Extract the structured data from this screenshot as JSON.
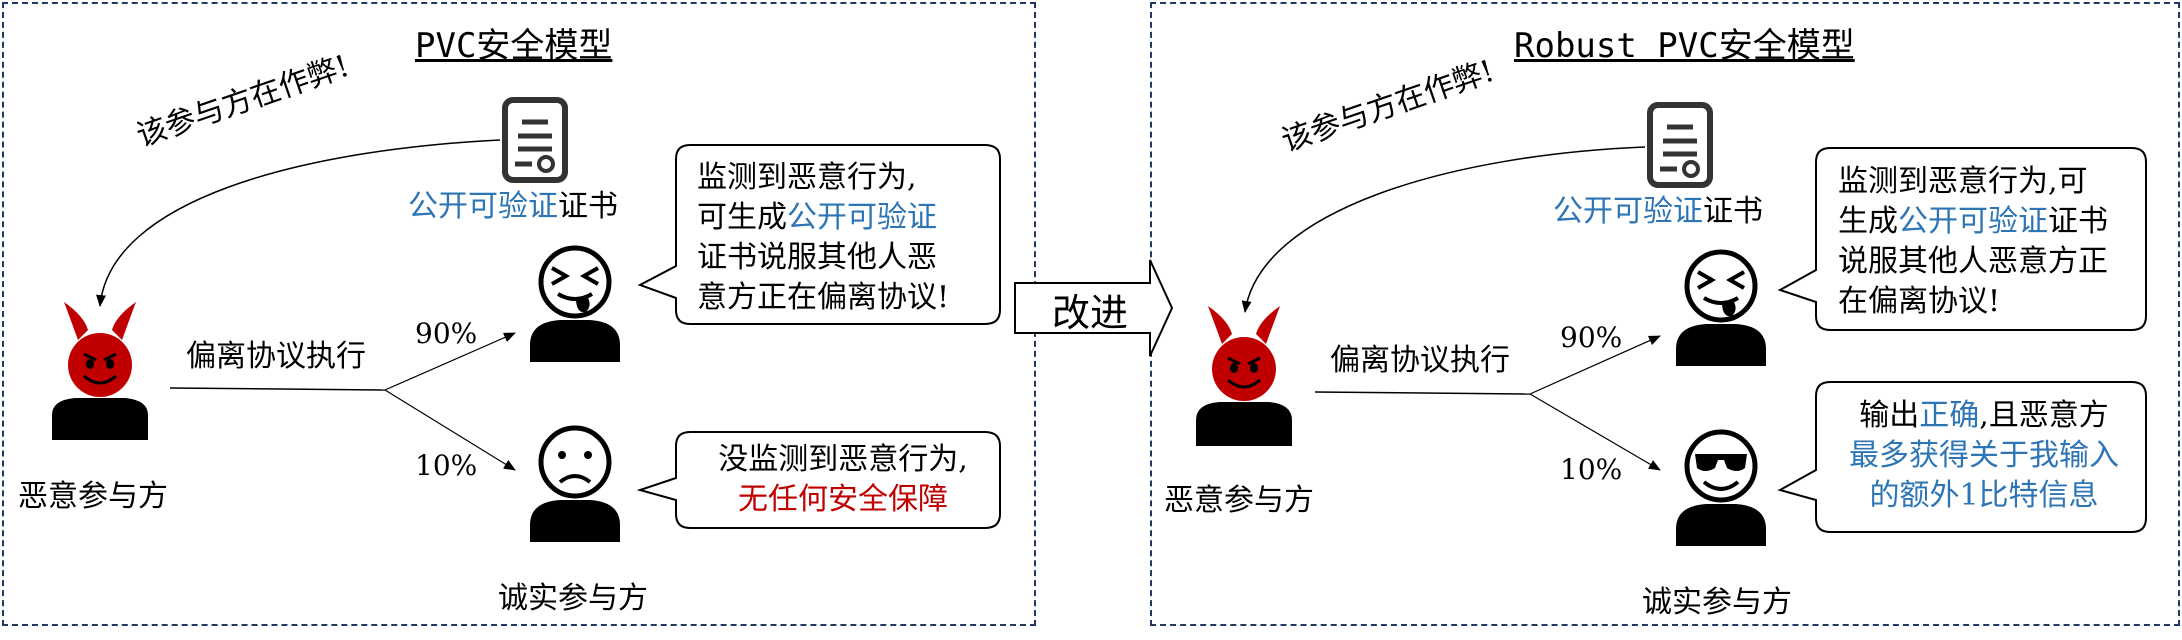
{
  "left": {
    "title": "PVC安全模型",
    "accuse_text": "该参与方在作弊!",
    "cert_label_blue": "公开可验证",
    "cert_label_rest": "证书",
    "deviate_label": "偏离协议执行",
    "pct_high": "90%",
    "pct_low": "10%",
    "malicious_label": "恶意参与方",
    "honest_label": "诚实参与方",
    "bubble_top": {
      "line1": "监测到恶意行为,",
      "line2_pre": "可生成",
      "line2_blue": "公开可验证",
      "line3": "证书说服其他人恶",
      "line4": "意方正在偏离协议!"
    },
    "bubble_bottom": {
      "line1": "没监测到恶意行为,",
      "line2_red": "无任何安全保障"
    }
  },
  "middle": {
    "improve_label": "改进"
  },
  "right": {
    "title": "Robust PVC安全模型",
    "accuse_text": "该参与方在作弊!",
    "cert_label_blue": "公开可验证",
    "cert_label_rest": "证书",
    "deviate_label": "偏离协议执行",
    "pct_high": "90%",
    "pct_low": "10%",
    "malicious_label": "恶意参与方",
    "honest_label": "诚实参与方",
    "bubble_top": {
      "line1": "监测到恶意行为,可",
      "line2_pre": "生成",
      "line2_blue": "公开可验证",
      "line2_post": "证书",
      "line3": "说服其他人恶意方正",
      "line4": "在偏离协议!"
    },
    "bubble_bottom": {
      "line1_pre": "输出",
      "line1_blue": "正确",
      "line1_post": ",且恶意方",
      "line2_blue": "最多获得关于我输入",
      "line3_blue": "的额外1比特信息"
    }
  },
  "colors": {
    "devil": "#c00000",
    "accent_blue": "#2e75b6",
    "accent_red": "#c00000",
    "border": "#1f3864"
  }
}
